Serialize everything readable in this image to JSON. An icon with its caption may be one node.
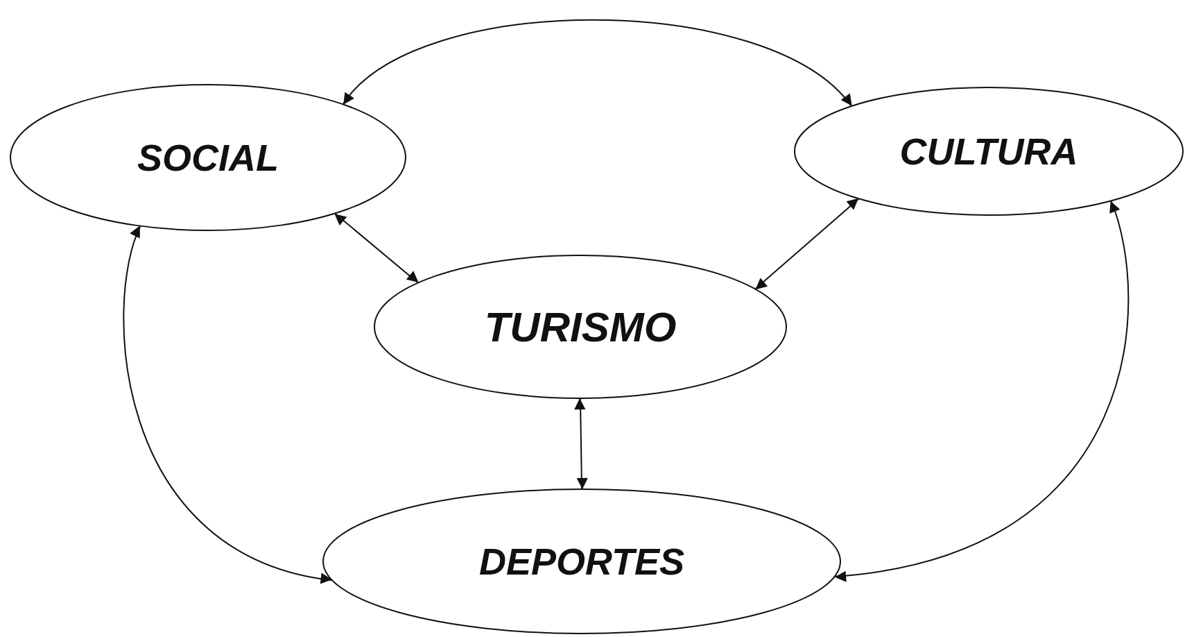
{
  "diagram": {
    "nodes": [
      {
        "text": [
          "SOCIAL"
        ]
      },
      {
        "text": [
          "CULTURA"
        ]
      },
      {
        "text": [
          "TURISMO"
        ]
      },
      {
        "text": [
          "DEPORTES"
        ]
      }
    ],
    "edges": [
      {
        "from": 0,
        "to": 1,
        "arrow": "both"
      },
      {
        "from": 0,
        "to": 2,
        "arrow": "both"
      },
      {
        "from": 1,
        "to": 2,
        "arrow": "both"
      },
      {
        "from": 2,
        "to": 3,
        "arrow": "both"
      },
      {
        "from": 0,
        "to": 3,
        "arrow": "both"
      },
      {
        "from": 1,
        "to": 3,
        "arrow": "both"
      }
    ]
  }
}
